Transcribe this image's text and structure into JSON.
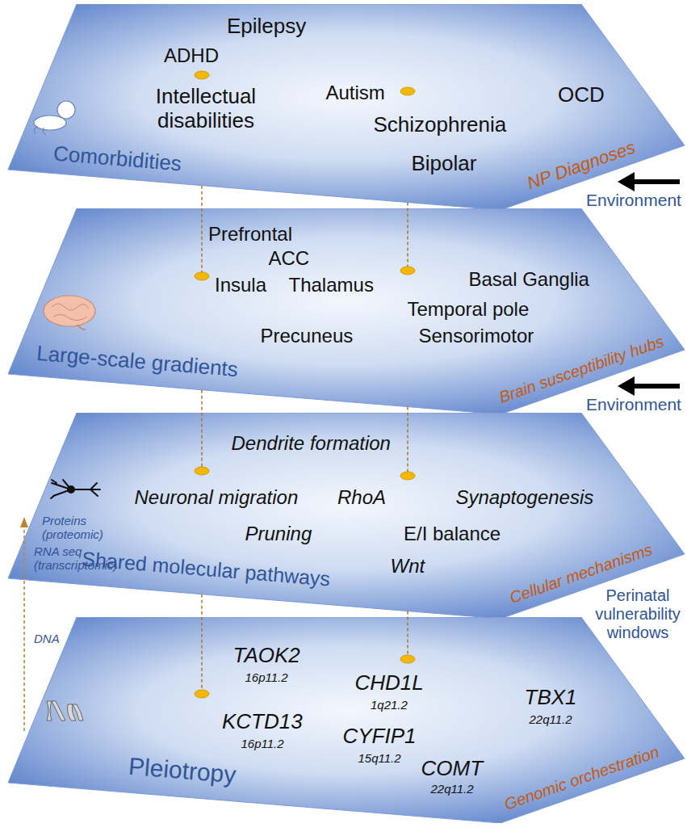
{
  "diagram": {
    "nodes": [
      {
        "text": [
          "ADHD",
          "Epilepsy",
          "Intellectual disabilities",
          "Autism",
          "Schizophrenia",
          "OCD",
          "Bipolar",
          "Comorbidities",
          "NP Diagnoses"
        ]
      },
      {
        "text": [
          "Prefrontal",
          "ACC",
          "Insula",
          "Thalamus",
          "Basal Ganglia",
          "Temporal pole",
          "Precuneus",
          "Sensorimotor",
          "Large-scale gradients",
          "Brain susceptibility hubs"
        ]
      },
      {
        "text": [
          "Dendrite formation",
          "Neuronal migration",
          "RhoA",
          "Synaptogenesis",
          "Pruning",
          "E/I balance",
          "Wnt",
          "Shared molecular pathways",
          "Cellular mechanisms"
        ]
      },
      {
        "text": [
          "TAOK2",
          "16p11.2",
          "CHD1L",
          "1q21.2",
          "TBX1",
          "22q11.2",
          "KCTD13",
          "16p11.2",
          "CYFIP1",
          "15q11.2",
          "COMT",
          "22q11.2",
          "Pleiotropy",
          "Genomic orchestration"
        ]
      }
    ],
    "edges": [
      {
        "from": 0,
        "to": 1,
        "arrow": "none"
      },
      {
        "from": 0,
        "to": 1,
        "arrow": "none"
      },
      {
        "from": 1,
        "to": 2,
        "arrow": "none"
      },
      {
        "from": 1,
        "to": 2,
        "arrow": "none"
      },
      {
        "from": 2,
        "to": 3,
        "arrow": "none"
      },
      {
        "from": 2,
        "to": 3,
        "arrow": "none"
      }
    ],
    "labels": [
      "Environment",
      "Environment",
      "Proteins (proteomic)",
      "RNA seq (transcriptomic)",
      "DNA",
      "Perinatal vulnerability windows"
    ]
  }
}
